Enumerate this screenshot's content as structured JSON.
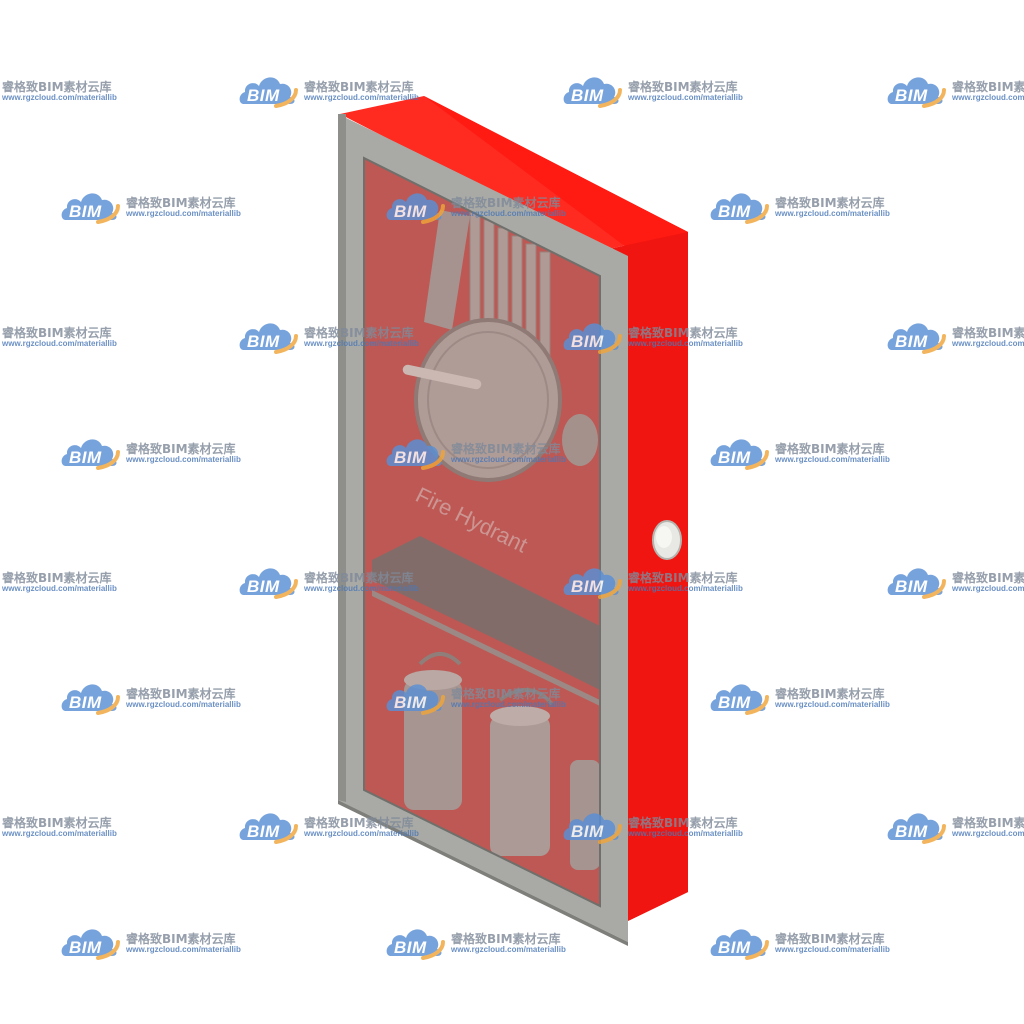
{
  "cabinet": {
    "glass_label": "Fire Hydrant",
    "colors": {
      "body": "#ff1a12",
      "body_side": "#f01510",
      "frame": "#a9aaa5",
      "frame_edge": "#8e8f8a",
      "glass_tint": "#c25a55",
      "interior_gray": "#9c9c98",
      "handle": "#e8e8e4"
    }
  },
  "watermark": {
    "badge": "BIM",
    "title": "睿格致BIM素材云库",
    "url": "www.rgzcloud.com/materiallib",
    "colors": {
      "cloud_blue": "#5a8fd6",
      "cloud_orange": "#f0a53a",
      "title_gray": "#7f8a99",
      "url_blue": "#4a78b8"
    }
  }
}
